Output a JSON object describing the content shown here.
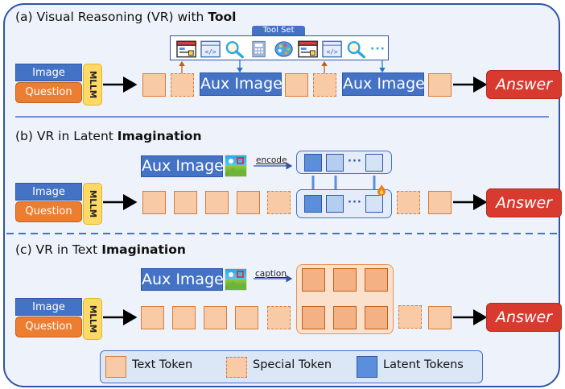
{
  "panels": {
    "a": {
      "title_prefix": "(a) Visual Reasoning (VR) with ",
      "title_bold": "Tool",
      "toolset_label": "Tool Set",
      "tools": [
        "browser-window-icon",
        "code-window-icon",
        "magnifier-icon",
        "calculator-icon",
        "palette-icon",
        "browser-window-icon",
        "code-window-icon",
        "magnifier-icon"
      ],
      "tools_more": "···",
      "aux_image": "Aux Image",
      "aux_image_2": "Aux Image"
    },
    "b": {
      "title_prefix": "(b) VR in Latent ",
      "title_bold": "Imagination",
      "aux_image": "Aux Image",
      "edge_label": "encode",
      "dots": "···"
    },
    "c": {
      "title_prefix": "(c) VR in Text ",
      "title_bold": "Imagination",
      "aux_image": "Aux Image",
      "edge_label": "caption"
    }
  },
  "inputs": {
    "image": "Image",
    "question": "Question",
    "model": "MLLM"
  },
  "output": {
    "answer": "Answer"
  },
  "legend": {
    "items": [
      {
        "label": "Text Token",
        "kind": "text-token"
      },
      {
        "label": "Special Token",
        "kind": "special-token"
      },
      {
        "label": "Latent Tokens",
        "kind": "latent-token"
      }
    ]
  },
  "colors": {
    "frame": "#2f55a4",
    "background": "#eef2fb",
    "image_input": "#4472c4",
    "question_input": "#ed7d31",
    "mllm": "#ffd966",
    "text_token": "#f8cba6",
    "latent_token": "#5b8fdc",
    "answer": "#d93a2f"
  }
}
